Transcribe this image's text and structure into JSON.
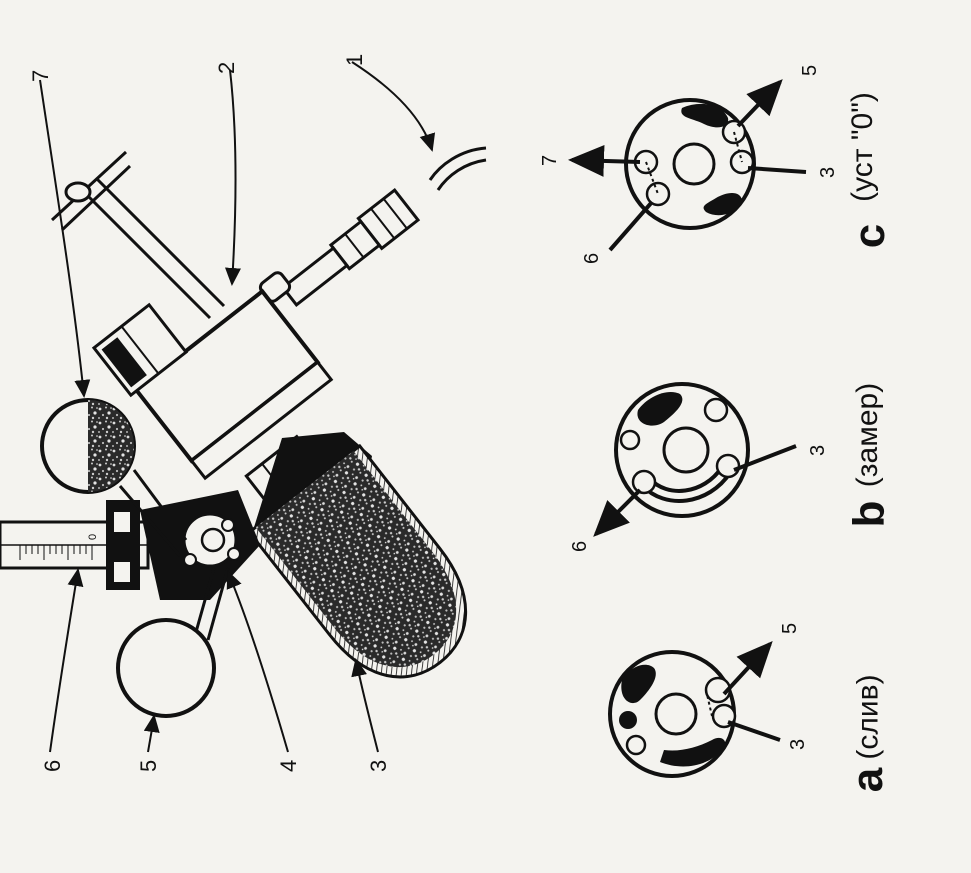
{
  "callouts": {
    "n1": "1",
    "n2": "2",
    "n3": "3",
    "n4": "4",
    "n5": "5",
    "n6": "6",
    "n7": "7",
    "scale_zero": "0"
  },
  "positions": [
    {
      "letter": "a",
      "word": "(слив)",
      "arrows": [
        "5",
        "3"
      ]
    },
    {
      "letter": "b",
      "word": "(замер)",
      "arrows": [
        "6",
        "3"
      ]
    },
    {
      "letter": "c",
      "word": "(уст \"0\")",
      "arrows": [
        "7",
        "5",
        "6",
        "3"
      ]
    }
  ],
  "colors": {
    "ink": "#111111",
    "paper": "#f4f3ef"
  }
}
